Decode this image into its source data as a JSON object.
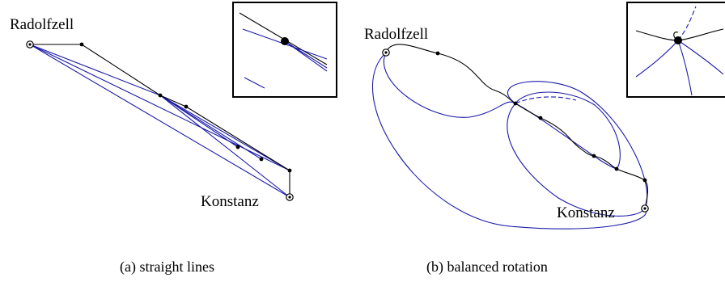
{
  "panel_a": {
    "label_start": "Radolfzell",
    "label_end": "Konstanz",
    "caption": "(a) straight lines"
  },
  "panel_b": {
    "label_start": "Radolfzell",
    "label_end": "Konstanz",
    "caption": "(b) balanced rotation"
  },
  "colors": {
    "route_black": "#000000",
    "route_blue": "#1a1aa8"
  }
}
